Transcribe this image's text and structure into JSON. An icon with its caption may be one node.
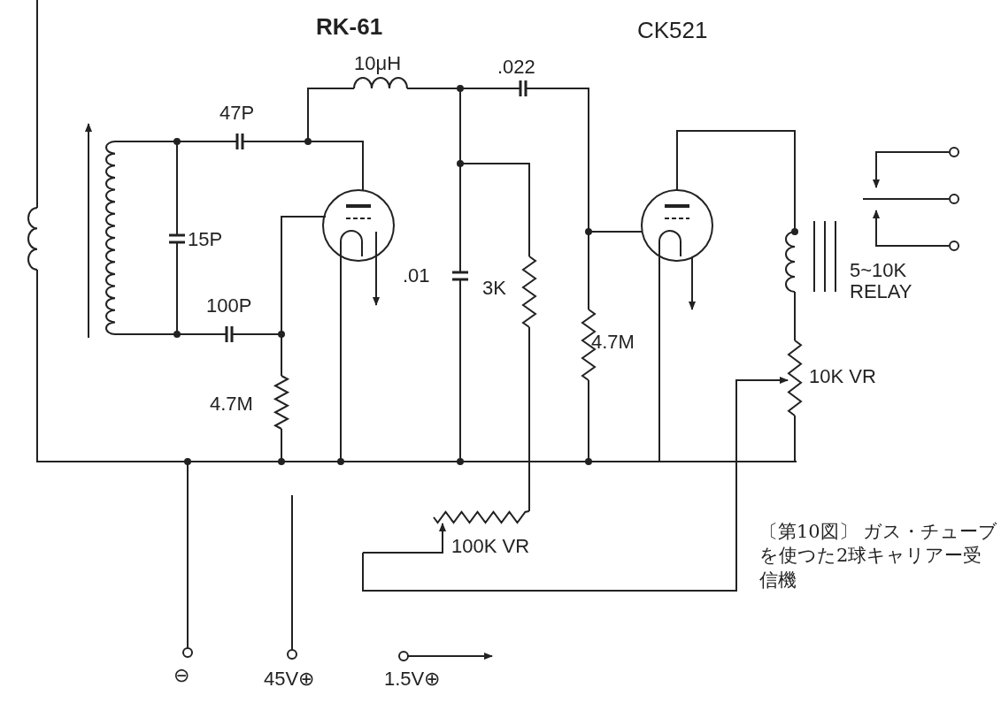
{
  "diagram": {
    "caption": "〔第10図〕 ガス・チューブを使つた2球キャリアー受信機",
    "labels": [
      "RK-61",
      "CK521",
      "10μH",
      ".022",
      "47P",
      "15P",
      "100P",
      "4.7M",
      ".01",
      "3K",
      "4.7M",
      "5~10K RELAY",
      "10K VR",
      "100K VR",
      "⊖",
      "45V⊕",
      "1.5V⊕"
    ]
  }
}
